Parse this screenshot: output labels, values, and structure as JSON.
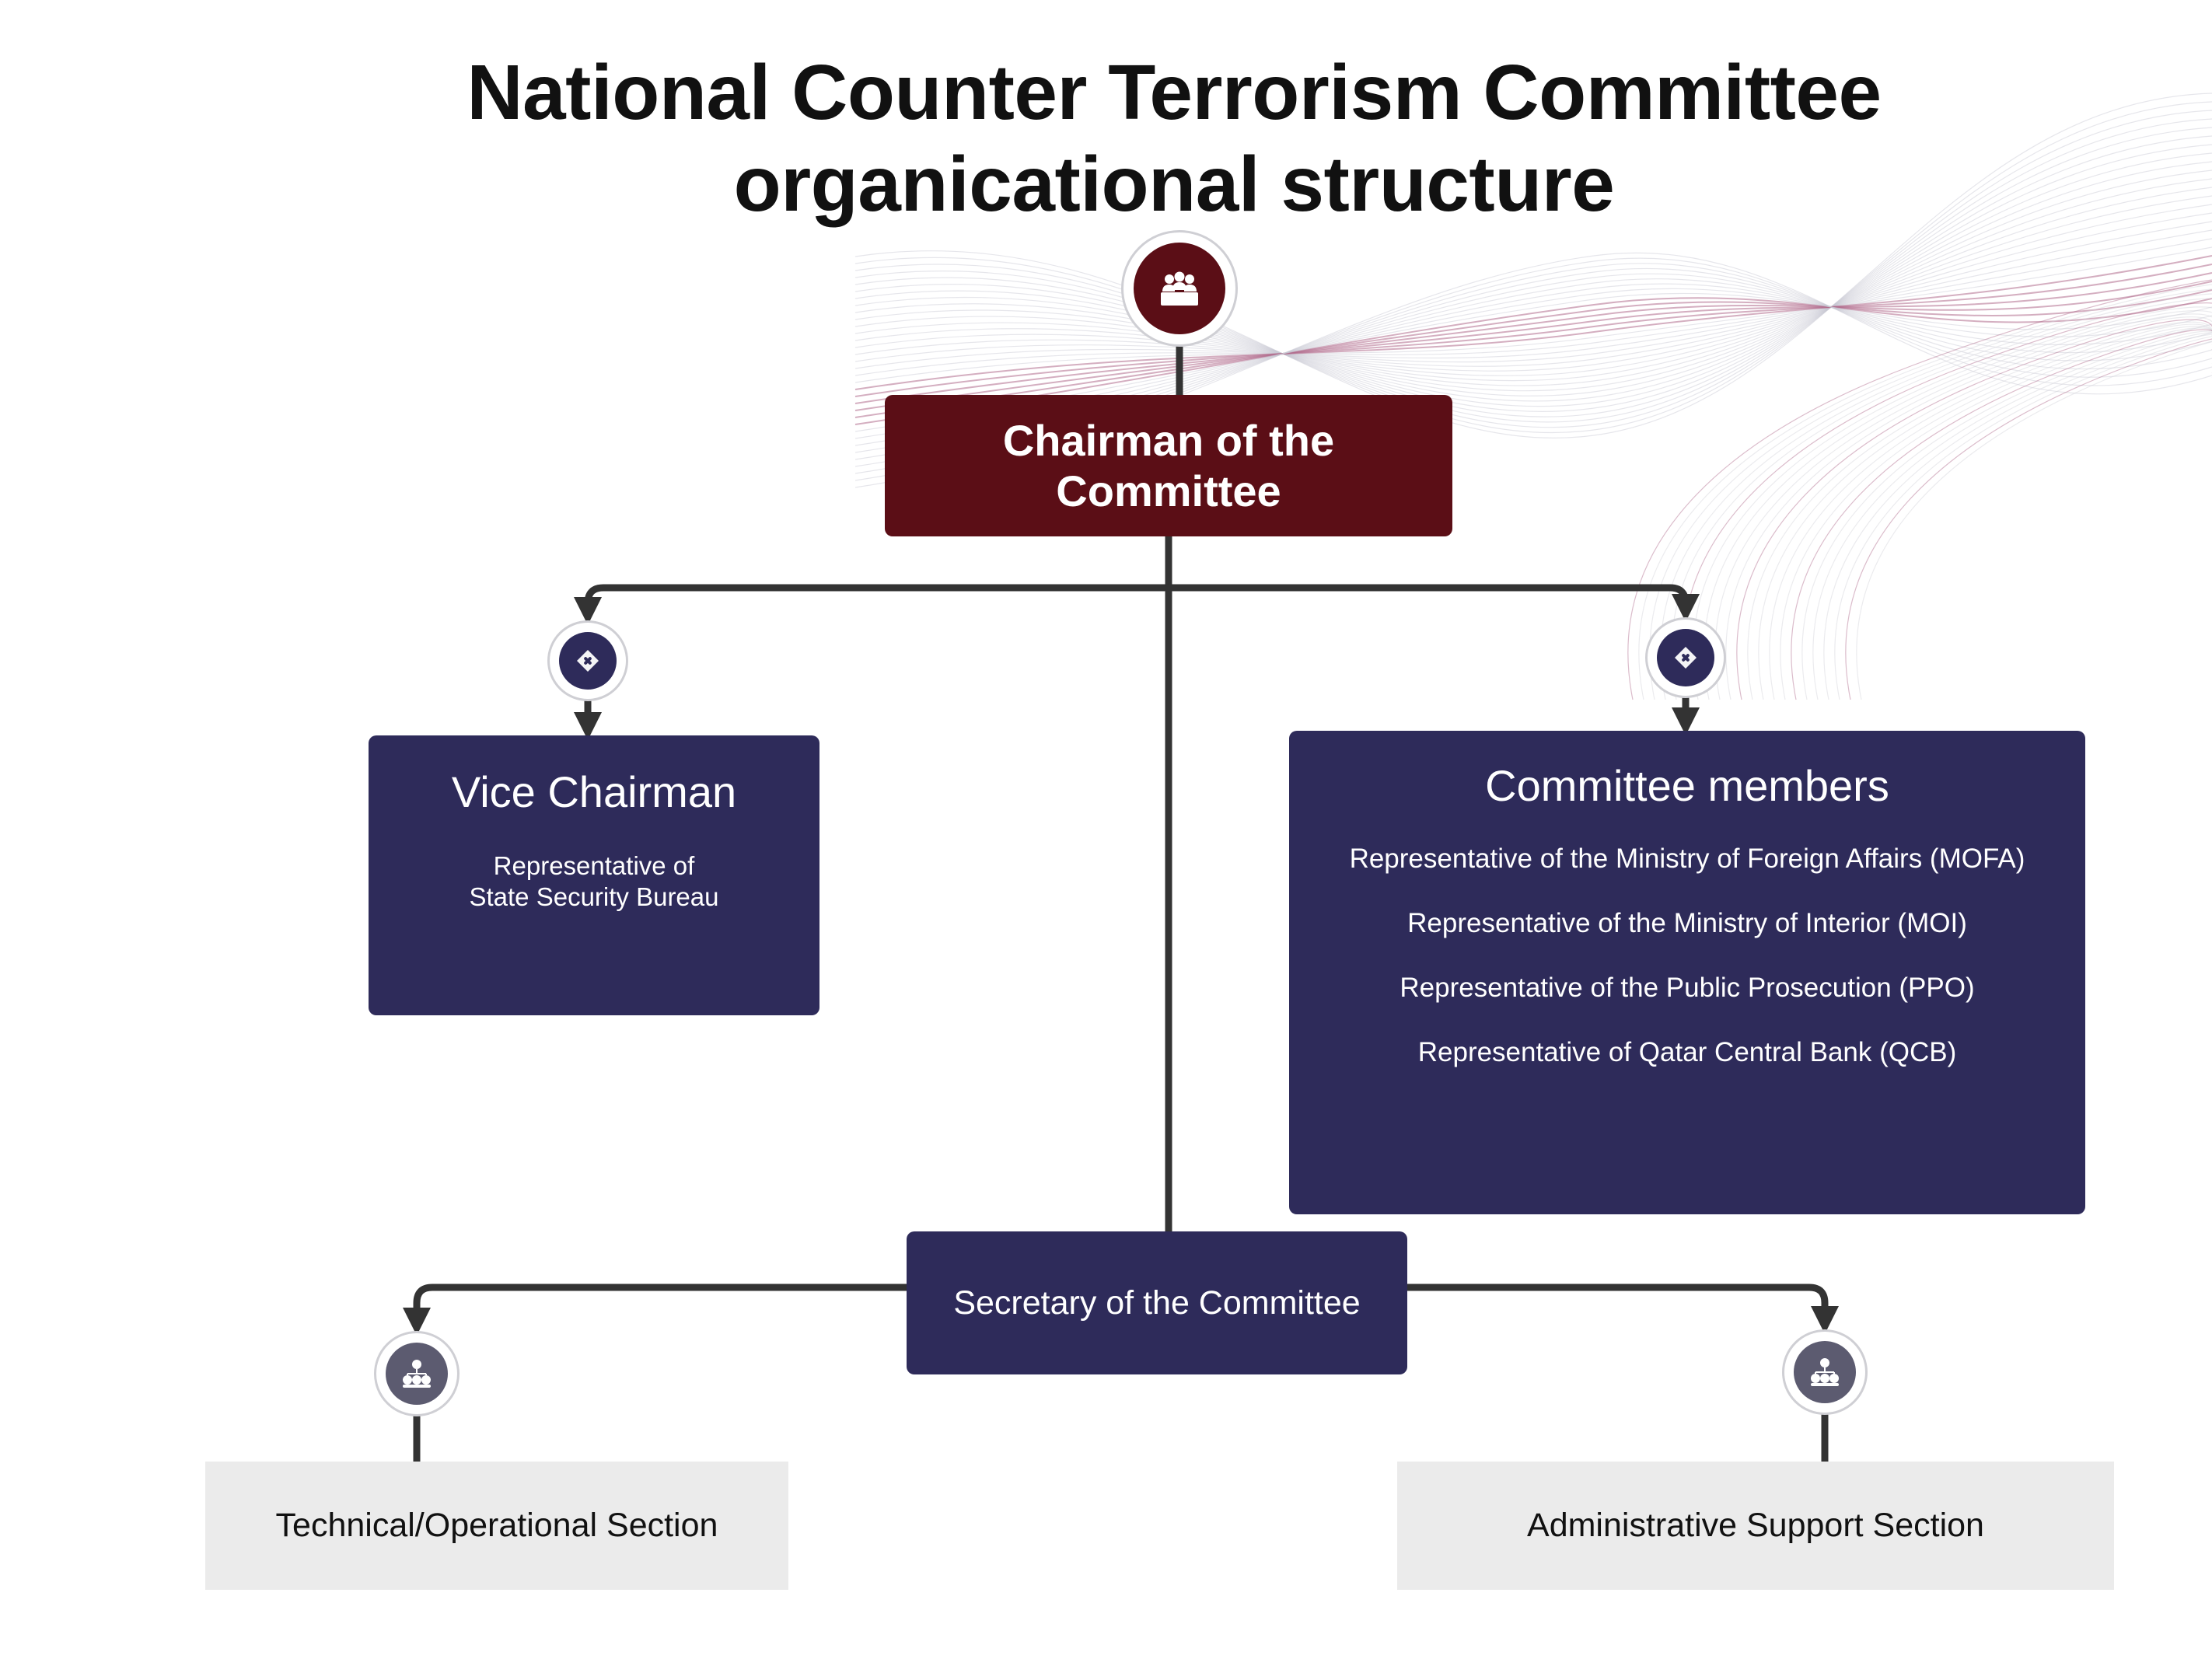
{
  "title": {
    "line1": "National Counter Terrorism Committee",
    "line2": "organicational structure"
  },
  "chairman": {
    "label": "Chairman of the Committee",
    "icon": "meeting-icon"
  },
  "vice_chairman": {
    "label": "Vice Chairman",
    "detail_line1": "Representative of",
    "detail_line2": "State Security Bureau",
    "icon": "handshake-icon"
  },
  "committee_members": {
    "label": "Committee members",
    "icon": "handshake-icon",
    "items": [
      "Representative of the Ministry of Foreign Affairs (MOFA)",
      "Representative of the Ministry of Interior (MOI)",
      "Representative of the Public Prosecution (PPO)",
      "Representative of Qatar Central Bank (QCB)"
    ]
  },
  "secretary": {
    "label": "Secretary of the Committee"
  },
  "sections": {
    "technical": {
      "label": "Technical/Operational Section",
      "icon": "team-icon"
    },
    "administrative": {
      "label": "Administrative Support Section",
      "icon": "team-icon"
    }
  },
  "colors": {
    "maroon": "#5b0e16",
    "navy": "#2e2b5a",
    "section_gray": "#ebebeb",
    "connector": "#333333"
  }
}
